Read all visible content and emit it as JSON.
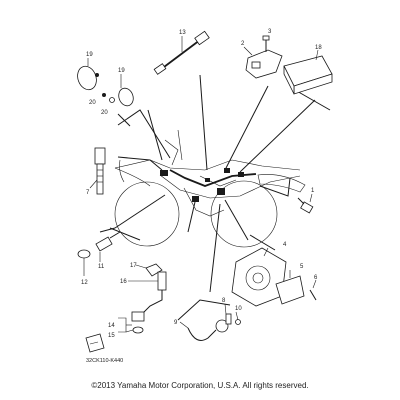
{
  "diagram": {
    "callouts": {
      "n1": "1",
      "n2": "2",
      "n3": "3",
      "n4": "4",
      "n5": "5",
      "n6": "6",
      "n7": "7",
      "n8": "8",
      "n9": "9",
      "n10": "10",
      "n11": "11",
      "n12": "12",
      "n13": "13",
      "n14": "14",
      "n15": "15",
      "n16": "16",
      "n17": "17",
      "n18": "18",
      "n19": "19",
      "n20a": "20",
      "n20b": "20"
    },
    "ref_code": "32CK110-K440",
    "copyright": "©2013 Yamaha Motor Corporation, U.S.A. All rights reserved."
  },
  "colors": {
    "line": "#1a1a1a",
    "background": "#ffffff"
  }
}
